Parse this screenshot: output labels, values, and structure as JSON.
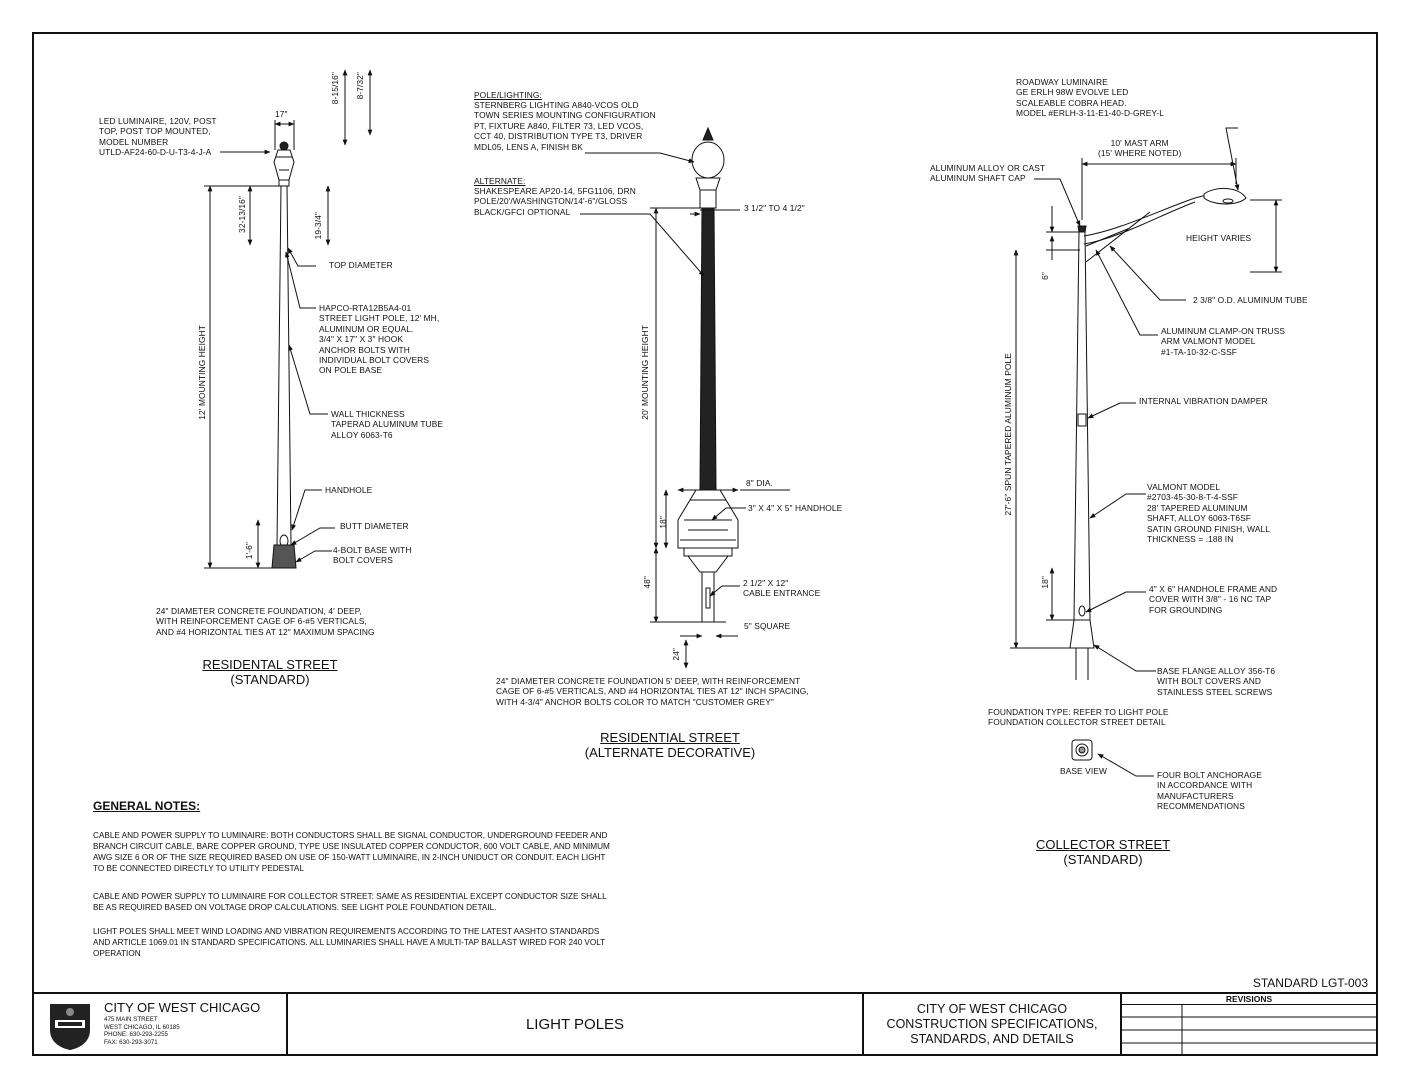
{
  "residential_standard": {
    "title": "RESIDENTAL STREET",
    "subtitle": "(STANDARD)",
    "luminaire_note": "LED LUMINAIRE, 120V, POST\nTOP, POST TOP MOUNTED,\nMODEL NUMBER\nUTLD-AF24-60-D-U-T3-4-J-A",
    "dim_top_width": "17\"",
    "dim_head_1": "8-15/16\"",
    "dim_head_2": "8-7/32\"",
    "dim_upper_1": "32-13/16\"",
    "dim_upper_2": "19-3/4\"",
    "top_diameter": "TOP DIAMETER",
    "pole_note": "HAPCO-RTA12B5A4-01\nSTREET LIGHT POLE, 12' MH,\nALUMINUM OR EQUAL.\n3/4\" X 17\" X 3\" HOOK\nANCHOR BOLTS WITH\nINDIVIDUAL BOLT COVERS\nON POLE BASE",
    "mounting_height": "12' MOUNTING HEIGHT",
    "wall_note": "WALL THICKNESS\nTAPERAD ALUMINUM TUBE\nALLOY 6063-T6",
    "handhole": "HANDHOLE",
    "butt_diameter": "BUTT DIAMETER",
    "base_note": "4-BOLT BASE WITH\nBOLT COVERS",
    "dim_base": "1'-6\"",
    "foundation_note": "24\" DIAMETER CONCRETE FOUNDATION, 4' DEEP,\nWITH REINFORCEMENT CAGE OF 6-#5 VERTICALS,\nAND #4 HORIZONTAL TIES AT 12\" MAXIMUM SPACING"
  },
  "residential_decorative": {
    "title": "RESIDENTIAL STREET",
    "subtitle": "(ALTERNATE DECORATIVE)",
    "pole_lighting_head": "POLE/LIGHTING:",
    "pole_lighting_note": "STERNBERG LIGHTING A840-VCOS OLD\nTOWN SERIES MOUNTING CONFIGURATION\nPT, FIXTURE A840, FILTER 73, LED VCOS,\nCCT 40, DISTRIBUTION TYPE T3, DRIVER\nMDL05, LENS A, FINISH BK",
    "alternate_head": "ALTERNATE:",
    "alternate_note": "SHAKESPEARE AP20-14, 5FG1106, DRN\nPOLE/20'/WASHINGTON/14'-6\"/GLOSS\nBLACK/GFCI OPTIONAL",
    "dim_top": "3 1/2\" TO 4 1/2\"",
    "mounting_height": "20' MOUNTING HEIGHT",
    "dim_dia": "8\" DIA.",
    "handhole": "3\" X 4\" X 5\" HANDHOLE",
    "dim_18": "18\"",
    "dim_48": "48\"",
    "cable_entrance": "2 1/2\" X 12\"\nCABLE ENTRANCE",
    "square": "5\" SQUARE",
    "dim_24": "24\"",
    "foundation_note": "24\" DIAMETER CONCRETE FOUNDATION 5' DEEP, WITH REINFORCEMENT\nCAGE OF 6-#5 VERTICALS, AND #4 HORIZONTAL TIES AT 12\" INCH SPACING,\nWITH 4-3/4\" ANCHOR BOLTS COLOR TO MATCH \"CUSTOMER GREY\""
  },
  "collector": {
    "title": "COLLECTOR STREET",
    "subtitle": "(STANDARD)",
    "luminaire_note": "ROADWAY LUMINAIRE\nGE ERLH 98W EVOLVE LED\nSCALEABLE COBRA HEAD.\nMODEL #ERLH-3-11-E1-40-D-GREY-L",
    "mast_arm": "10' MAST ARM\n(15' WHERE NOTED)",
    "shaft_cap": "ALUMINUM ALLOY OR CAST\nALUMINUM SHAFT CAP",
    "height_varies": "HEIGHT VARIES",
    "dim_6": "6\"",
    "tube": "2 3/8\" O.D. ALUMINUM TUBE",
    "truss": "ALUMINUM CLAMP-ON TRUSS\nARM VALMONT MODEL\n#1-TA-10-32-C-SSF",
    "pole_height": "27'-6\" SPUN TAPERED ALUMINUM POLE",
    "damper": "INTERNAL VIBRATION DAMPER",
    "valmont": "VALMONT MODEL\n#2703-45-30-8-T-4-SSF\n28' TAPERED ALUMINUM\nSHAFT, ALLOY 6063-T6SF\nSATIN GROUND FINISH, WALL\nTHICKNESS = .188 IN",
    "dim_18": "18\"",
    "handhole": "4\" X 6\" HANDHOLE FRAME AND\nCOVER WITH 3/8\" - 16 NC TAP\nFOR GROUNDING",
    "base_flange": "BASE FLANGE ALLOY 356-T6\nWITH BOLT COVERS AND\nSTAINLESS STEEL SCREWS",
    "foundation_type": "FOUNDATION TYPE: REFER TO LIGHT POLE\nFOUNDATION COLLECTOR STREET DETAIL",
    "base_view": "BASE VIEW",
    "anchorage": "FOUR BOLT ANCHORAGE\nIN ACCORDANCE WITH\nMANUFACTURERS\nRECOMMENDATIONS"
  },
  "notes": {
    "heading": "GENERAL NOTES:",
    "items": [
      "CABLE AND POWER SUPPLY TO LUMINAIRE: BOTH CONDUCTORS SHALL BE SIGNAL CONDUCTOR, UNDERGROUND FEEDER AND BRANCH CIRCUIT CABLE, BARE COPPER GROUND, TYPE USE INSULATED COPPER CONDUCTOR, 600 VOLT CABLE, AND MINIMUM AWG SIZE 6 OR OF THE SIZE REQUIRED BASED ON USE OF 150-WATT LUMINAIRE, IN 2-INCH UNIDUCT OR CONDUIT. EACH LIGHT TO BE CONNECTED DIRECTLY TO UTILITY PEDESTAL",
      "CABLE AND POWER SUPPLY TO LUMINAIRE FOR COLLECTOR STREET: SAME AS RESIDENTIAL EXCEPT CONDUCTOR SIZE SHALL BE AS REQUIRED BASED ON VOLTAGE DROP CALCULATIONS. SEE LIGHT POLE FOUNDATION DETAIL.",
      "LIGHT POLES SHALL MEET WIND LOADING AND VIBRATION REQUIREMENTS ACCORDING TO THE LATEST AASHTO STANDARDS AND ARTICLE 1069.01 IN STANDARD SPECIFICATIONS. ALL LUMINARIES SHALL HAVE A MULTI-TAP BALLAST WIRED FOR 240 VOLT OPERATION"
    ]
  },
  "standard_number": "STANDARD LGT-003",
  "title_block": {
    "city": "CITY OF WEST CHICAGO",
    "address": "475 MAIN STREET\nWEST CHICAGO, IL 60185\nPHONE: 630-293-2255\nFAX: 630-293-3071",
    "sheet_title": "LIGHT POLES",
    "spec_title": "CITY OF WEST CHICAGO\nCONSTRUCTION SPECIFICATIONS,\nSTANDARDS, AND DETAILS",
    "revisions": "REVISIONS"
  }
}
